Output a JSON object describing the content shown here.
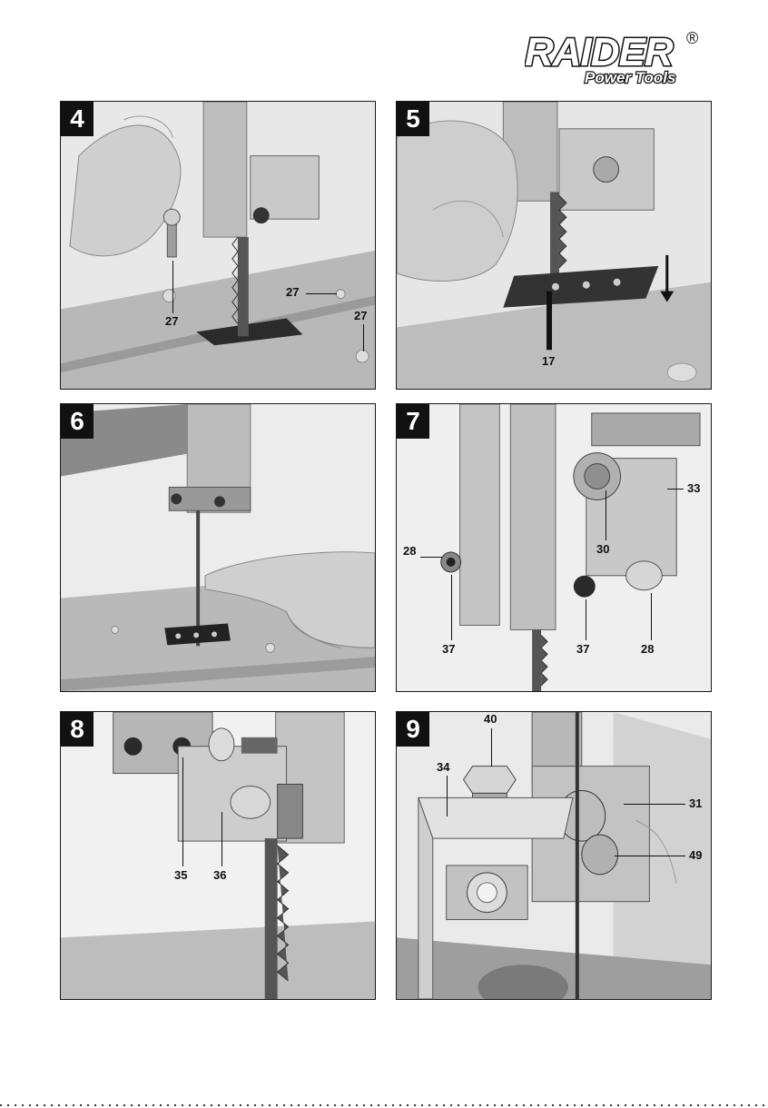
{
  "header": {
    "brand": "RAIDER",
    "tagline": "Power Tools",
    "registered": "®"
  },
  "figures": [
    {
      "number": "4",
      "callouts": [
        "27",
        "27",
        "27"
      ]
    },
    {
      "number": "5",
      "callouts": [
        "17"
      ]
    },
    {
      "number": "6",
      "callouts": []
    },
    {
      "number": "7",
      "callouts": [
        "33",
        "30",
        "28",
        "37",
        "37",
        "28"
      ]
    },
    {
      "number": "8",
      "callouts": [
        "35",
        "36"
      ]
    },
    {
      "number": "9",
      "callouts": [
        "40",
        "34",
        "31",
        "49"
      ]
    }
  ]
}
